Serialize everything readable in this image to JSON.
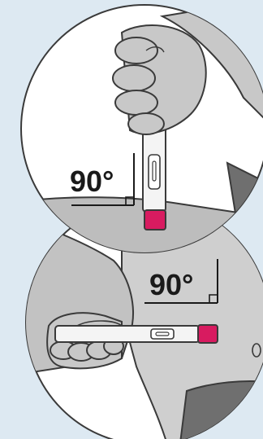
{
  "diagram": {
    "panels": [
      {
        "id": "top",
        "angle_label": "90°",
        "view": "thigh"
      },
      {
        "id": "bottom",
        "angle_label": "90°",
        "view": "abdomen"
      }
    ],
    "colors": {
      "background": "#dde9f2",
      "circle_fill": "#ffffff",
      "skin": "#c8c8c8",
      "skin_dark": "#a6a6a6",
      "outline": "#3a3a3a",
      "pen_body": "#f4f4f4",
      "pen_tip": "#d81b60",
      "garment": "#6f6f6f"
    }
  }
}
